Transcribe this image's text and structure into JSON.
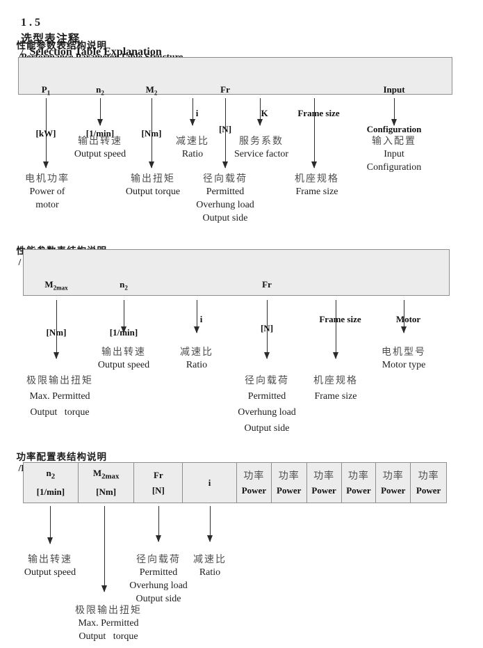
{
  "title": {
    "num": "1 . 5",
    "zh": "选型表注释",
    "en": "/  Selection Table Explanation"
  },
  "s1": {
    "heading": {
      "zh": "性能参数表结构说明",
      "en": "/Performance Parameter Table Structure"
    },
    "table": {
      "cols": [
        {
          "sym": "P",
          "sub": "1",
          "unit": "[kW]"
        },
        {
          "sym": "n",
          "sub": "2",
          "unit": "[1/min]"
        },
        {
          "sym": "M",
          "sub": "2",
          "unit": "[Nm]"
        },
        {
          "sym": "i"
        },
        {
          "sym": "Fr",
          "unit": "[N]"
        },
        {
          "sym": "K"
        },
        {
          "sym": "Frame size"
        },
        {
          "line1": "Input",
          "line2": "Configuration"
        }
      ]
    },
    "labels": {
      "p1": {
        "zh": "电机功率",
        "en": [
          "Power of",
          "motor"
        ]
      },
      "n2": {
        "zh": "输出转速",
        "en": [
          "Output speed"
        ]
      },
      "m2": {
        "zh": "输出扭矩",
        "en": [
          "Output torque"
        ]
      },
      "i": {
        "zh": "减速比",
        "en": [
          "Ratio"
        ]
      },
      "fr": {
        "zh": "径向载荷",
        "en": [
          "Permitted",
          "Overhung load",
          "Output side"
        ]
      },
      "k": {
        "zh": "服务系数",
        "en": [
          "Service factor"
        ]
      },
      "frame": {
        "zh": "机座规格",
        "en": [
          "Frame size"
        ]
      },
      "input": {
        "zh": "输入配置",
        "en": [
          "Input",
          "Configuration"
        ]
      }
    }
  },
  "s2": {
    "heading": {
      "zh": "性能参数表结构说明",
      "en": "/ Performance Parameter Table Structure"
    },
    "table": {
      "cols": [
        {
          "sym": "M",
          "sub": "2max",
          "unit": "[Nm]"
        },
        {
          "sym": "n",
          "sub": "2",
          "unit": "[1/min]"
        },
        {
          "sym": "i"
        },
        {
          "sym": "Fr",
          "unit": "[N]"
        },
        {
          "sym": "Frame size"
        },
        {
          "sym": "Motor"
        }
      ]
    },
    "labels": {
      "m2max": {
        "zh": "极限输出扭矩",
        "en": [
          "Max. Permitted",
          "Output   torque"
        ]
      },
      "n2": {
        "zh": "输出转速",
        "en": [
          "Output speed"
        ]
      },
      "i": {
        "zh": "减速比",
        "en": [
          "Ratio"
        ]
      },
      "fr": {
        "zh": "径向载荷",
        "en": [
          "Permitted",
          "Overhung load",
          "Output side"
        ]
      },
      "frame": {
        "zh": "机座规格",
        "en": [
          "Frame size"
        ]
      },
      "motor": {
        "zh": "电机型号",
        "en": [
          "Motor type"
        ]
      }
    }
  },
  "s3": {
    "heading": {
      "zh": "功率配置表结构说明",
      "en": "/Power Combination"
    },
    "table": {
      "cols": [
        {
          "sym": "n",
          "sub": "2",
          "unit": "[1/min]"
        },
        {
          "sym": "M",
          "sub": "2max",
          "unit": "[Nm]"
        },
        {
          "sym": "Fr",
          "unit": "[N]"
        },
        {
          "sym": "i"
        }
      ],
      "power": [
        {
          "zh": "功率",
          "en": "Power"
        },
        {
          "zh": "功率",
          "en": "Power"
        },
        {
          "zh": "功率",
          "en": "Power"
        },
        {
          "zh": "功率",
          "en": "Power"
        },
        {
          "zh": "功率",
          "en": "Power"
        },
        {
          "zh": "功率",
          "en": "Power"
        }
      ]
    },
    "labels": {
      "n2": {
        "zh": "输出转速",
        "en": [
          "Output speed"
        ]
      },
      "m2max": {
        "zh": "极限输出扭矩",
        "en": [
          "Max. Permitted",
          "Output   torque"
        ]
      },
      "fr": {
        "zh": "径向载荷",
        "en": [
          "Permitted",
          "Overhung load",
          "Output side"
        ]
      },
      "i": {
        "zh": "减速比",
        "en": [
          "Ratio"
        ]
      }
    }
  }
}
